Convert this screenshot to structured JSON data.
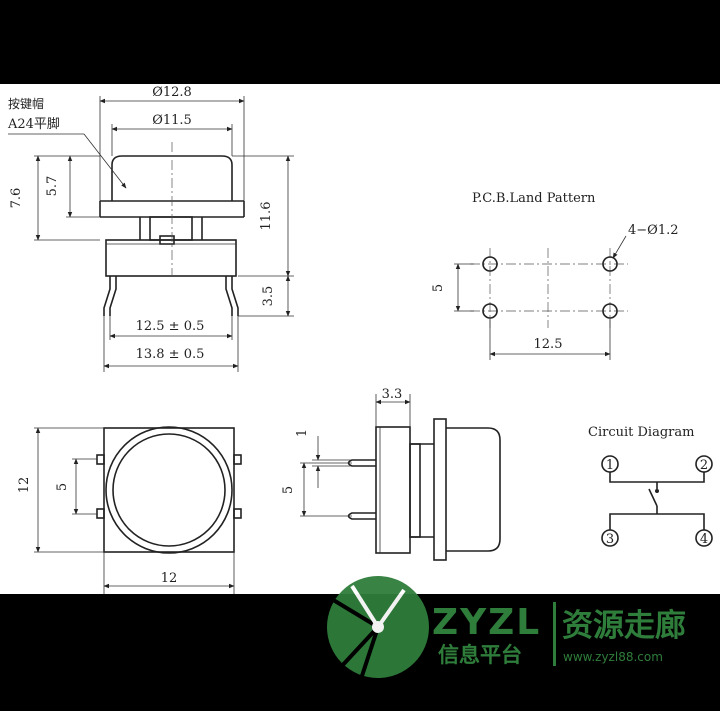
{
  "callout": {
    "line1": "按键帽",
    "line2": "A24平脚"
  },
  "top_view": {
    "dia_outer": "Ø12.8",
    "dia_inner": "Ø11.5",
    "h_total": "7.6",
    "h_cap": "5.7",
    "h_overall": "11.6",
    "h_pin": "3.5",
    "w_pitch": "12.5 ± 0.5",
    "w_total": "13.8 ± 0.5"
  },
  "pcb": {
    "title": "P.C.B.Land Pattern",
    "holes": "4−Ø1.2",
    "v_pitch": "5",
    "h_pitch": "12.5"
  },
  "front_view": {
    "height": "12",
    "pitch": "5",
    "width": "12"
  },
  "side_view": {
    "depth": "3.3",
    "pin_w": "1",
    "pitch": "5"
  },
  "circuit": {
    "title": "Circuit Diagram",
    "pins": [
      "1",
      "2",
      "3",
      "4"
    ]
  },
  "watermark": {
    "latin": "ZYZL",
    "cn_name": "资源走廊",
    "cn_sub": "信息平台",
    "url": "www.zyzl88.com",
    "color": "#2f7d3b"
  }
}
